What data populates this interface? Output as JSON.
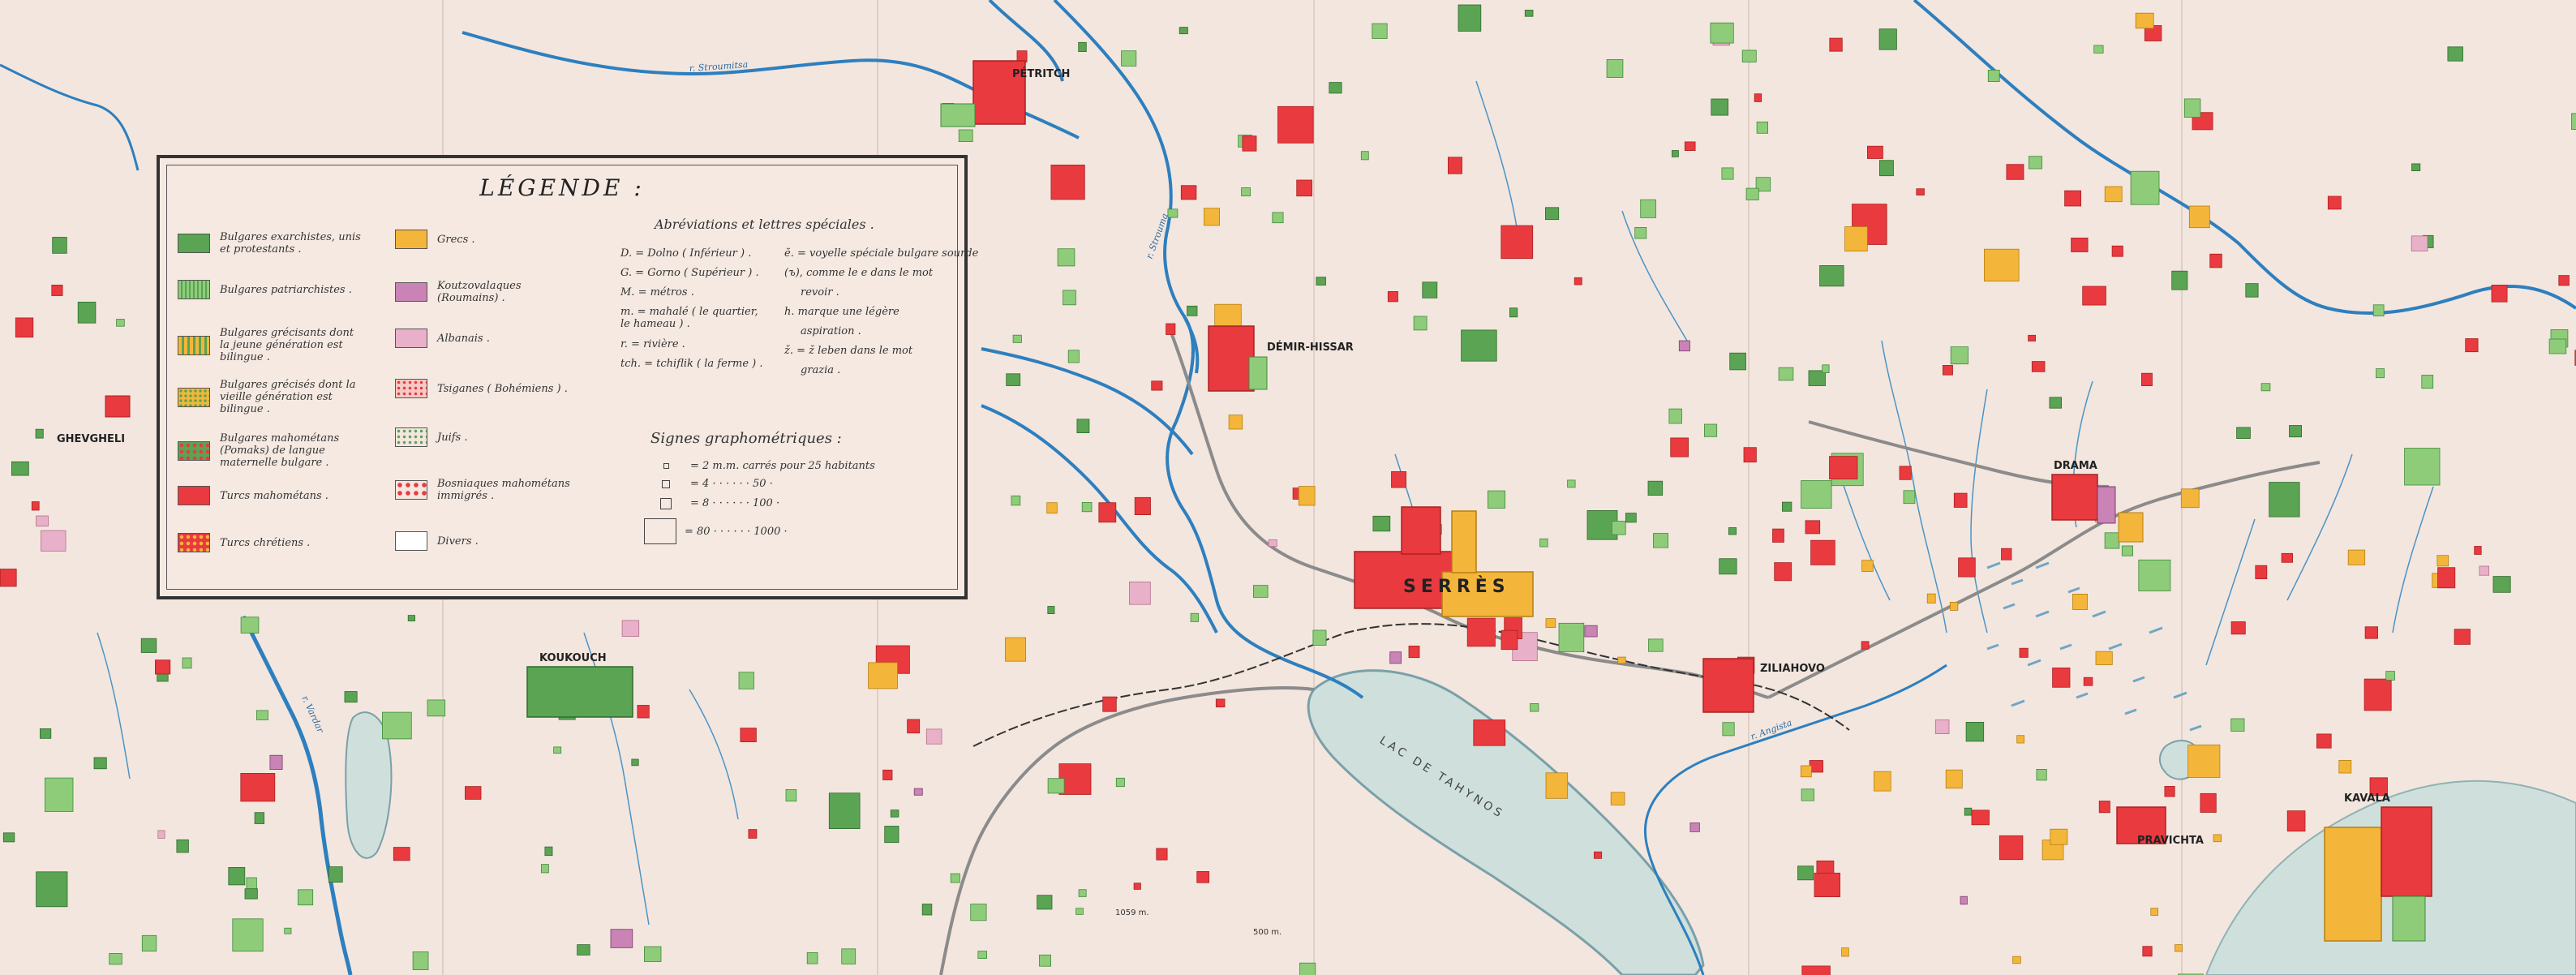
{
  "colors": {
    "paper": "#f3e6de",
    "exarchist": "#5aa454",
    "patriarchist": "#8fcc7a",
    "greek": "#f4b63a",
    "turk": "#e83a3f",
    "aroumain": "#c983b4",
    "albanais": "#e8b1c9",
    "water": "#cfe0dc",
    "river": "#2d7fbf"
  },
  "legend": {
    "title": "LÉGENDE :",
    "items_left": [
      {
        "label": "Bulgares exarchistes, unis et protestants .",
        "swatch": "exarchist-swatch"
      },
      {
        "label": "Bulgares patriarchistes .",
        "swatch": "patriarchist-swatch"
      },
      {
        "label": "Bulgares grécisants dont la jeune génération est bilingue .",
        "swatch": "grecisant-young-swatch"
      },
      {
        "label": "Bulgares grécisés dont la vieille génération est bilingue .",
        "swatch": "grecise-old-swatch"
      },
      {
        "label": "Bulgares mahométans (Pomaks) de langue maternelle bulgare .",
        "swatch": "pomak-swatch"
      },
      {
        "label": "Turcs mahométans .",
        "swatch": "turk-swatch"
      },
      {
        "label": "Turcs chrétiens .",
        "swatch": "christian-turk-swatch"
      }
    ],
    "items_right": [
      {
        "label": "Grecs .",
        "swatch": "greek-swatch"
      },
      {
        "label": "Koutzovalaques (Roumains) .",
        "swatch": "aroumain-swatch"
      },
      {
        "label": "Albanais .",
        "swatch": "albanais-swatch"
      },
      {
        "label": "Tsiganes ( Bohémiens ) .",
        "swatch": "tsigane-swatch"
      },
      {
        "label": "Juifs .",
        "swatch": "juif-swatch"
      },
      {
        "label": "Bosniaques mahométans immigrés .",
        "swatch": "bosniaque-swatch"
      },
      {
        "label": "Divers .",
        "swatch": "divers-swatch"
      }
    ],
    "abbrev_title": "Abréviations et lettres spéciales .",
    "abbrev_left": [
      "D. = Dolno ( Inférieur ) .",
      "G. = Gorno ( Supérieur ) .",
      "M. = métros .",
      "m. = mahalé ( le quartier, le hameau ) .",
      "r. = rivière .",
      "tch. = tchiflik ( la ferme ) ."
    ],
    "abbrev_right": [
      "ĕ. = voyelle spéciale bulgare sourde",
      "(ъ), comme le e dans le mot",
      "revoir .",
      "h. marque une légère",
      "aspiration .",
      "ž. = ž leben dans le mot",
      "grazia ."
    ],
    "signs_title": "Signes graphométriques :",
    "size_signs": [
      "= 2 m.m. carrés pour 25 habitants",
      "= 4 · · · · · · 50 ·",
      "= 8 · · · · · · 100 ·",
      "= 80 · · · · · · 1000 ·"
    ]
  },
  "places": {
    "serres": "SERRÈS",
    "demir_hissar": "DÉMIR-HISSAR",
    "petritch": "PÉTRITCH",
    "drama": "DRAMA",
    "kavala": "KAVALA",
    "zilïahovo": "ZILIAHOVO",
    "koukouch": "KOUKOUCH",
    "pravichta": "PRAVICHTA",
    "ghevgheli": "GHEVGHELI"
  },
  "water": {
    "lake": "LAC DE TAHYNOS",
    "strumitsa": "r. Stroumitsa",
    "struma": "r. Strouma",
    "angista": "r. Angista",
    "vardar": "r. Vardar"
  },
  "elevations": [
    "1059 m.",
    "500 m."
  ]
}
